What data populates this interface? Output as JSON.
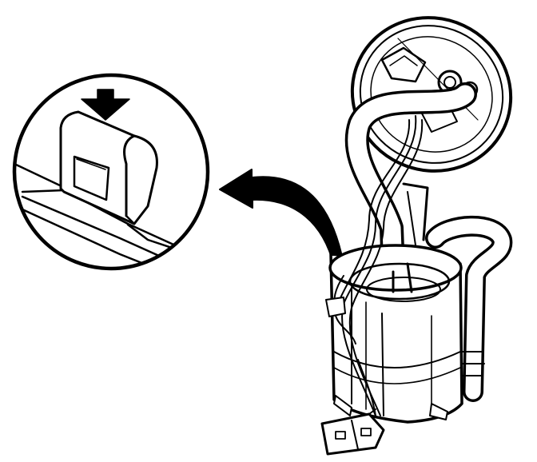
{
  "diagram": {
    "ink_color": "#000000",
    "paper_color": "#ffffff",
    "parts": [
      "detail-magnifier-circle",
      "release-tab",
      "press-direction-arrow",
      "callout-arrow",
      "fuel-pump-module-flange",
      "fuel-line-hose",
      "wiring-harness",
      "pump-reservoir-housing",
      "return-hose",
      "electrical-connector"
    ]
  }
}
